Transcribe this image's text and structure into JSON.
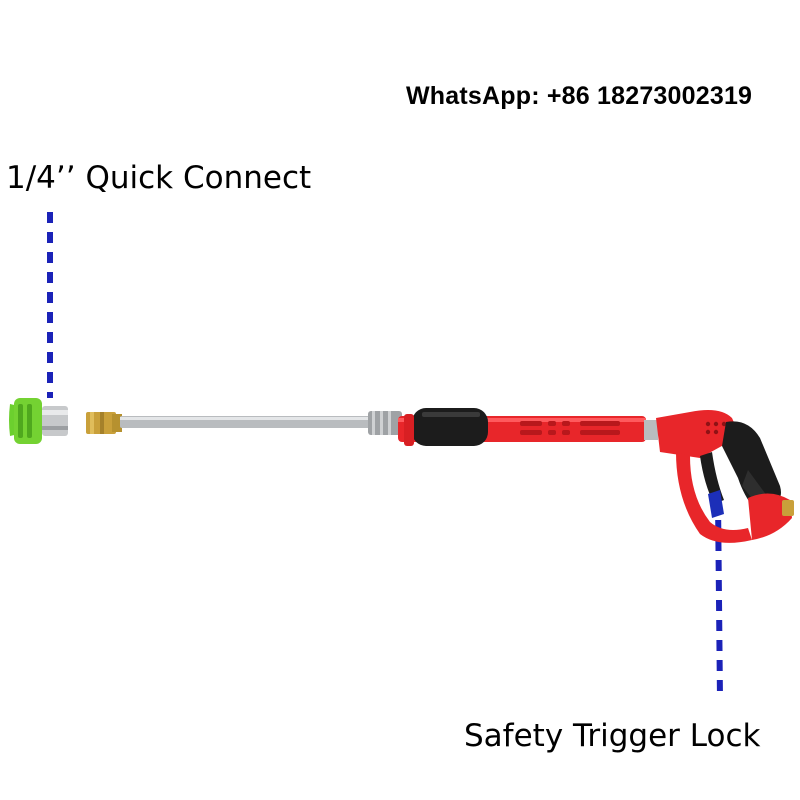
{
  "contact": {
    "text": "WhatsApp: +86 18273002319"
  },
  "callouts": {
    "quick_connect": "1/4’’ Quick Connect",
    "safety_trigger_lock": "Safety Trigger Lock"
  },
  "colors": {
    "gun_red": "#e8262a",
    "grip_black": "#1c1c1c",
    "nozzle_green": "#6ccf2e",
    "brass": "#c9a03a",
    "steel": "#b9bcbf",
    "callout_line_blue": "#1b22b8"
  },
  "icons": {
    "nozzle": "green-quick-connect-nozzle-icon",
    "gun": "red-pressure-washer-gun-icon"
  }
}
